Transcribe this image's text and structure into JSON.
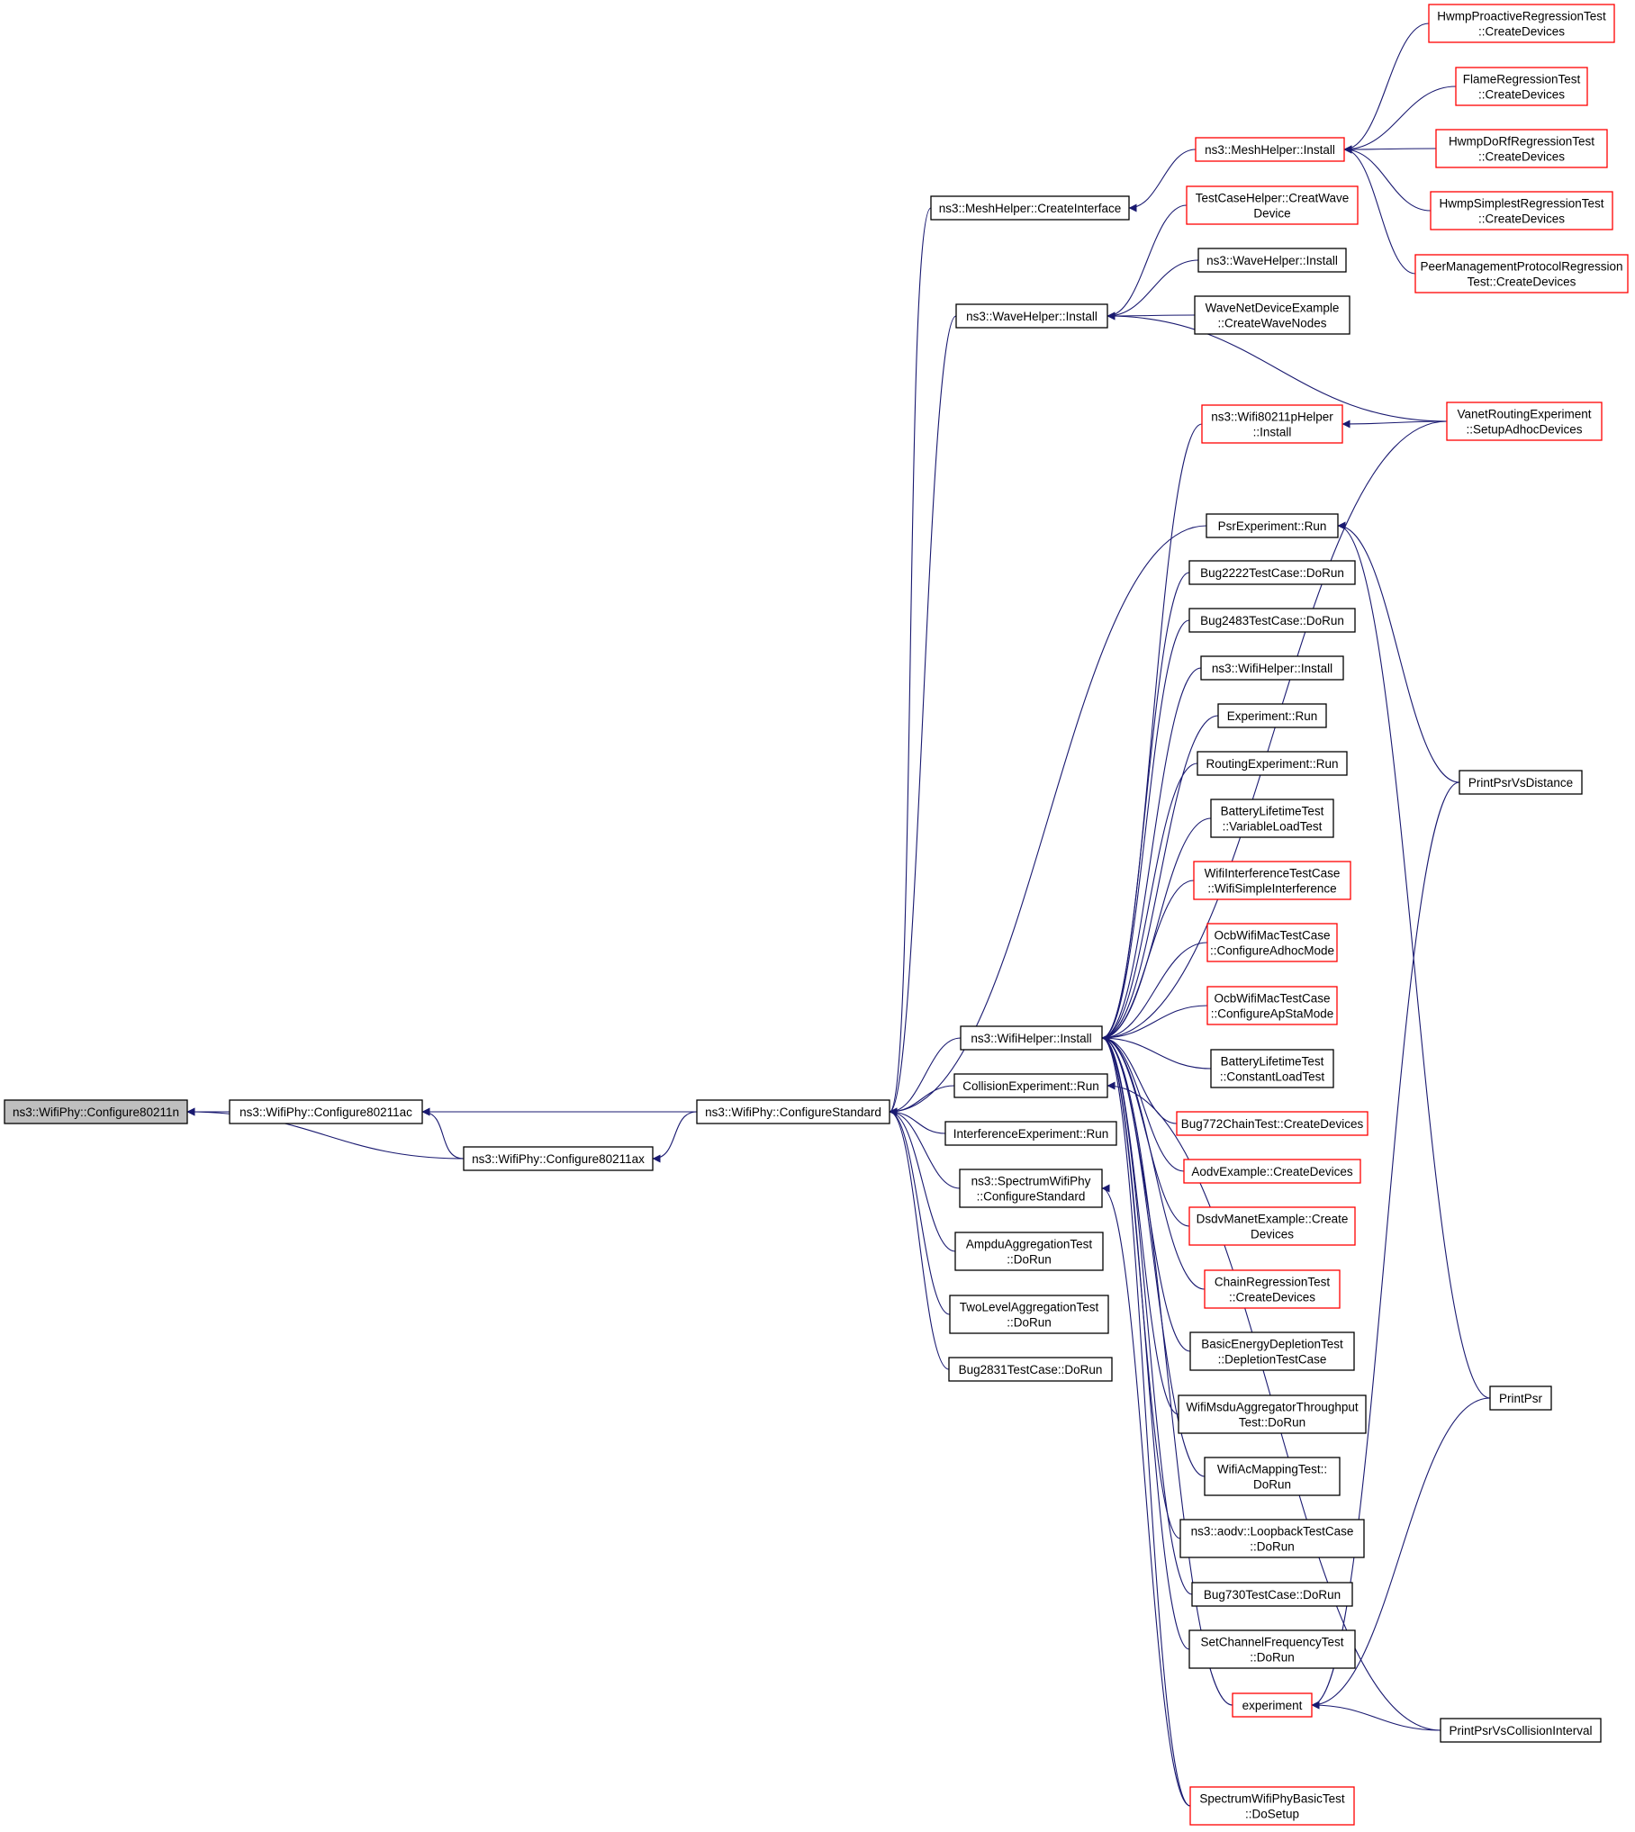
{
  "colors": {
    "edge": "#191970",
    "normal_border": "#000000",
    "truncated_border": "#ff0000",
    "root_fill": "#bfbfbf",
    "node_fill": "#ffffff"
  },
  "nodes": {
    "n0": {
      "lines": [
        "ns3::WifiPhy::Configure80211n"
      ],
      "style": "root"
    },
    "n1": {
      "lines": [
        "ns3::WifiPhy::Configure80211ac"
      ],
      "style": "normal"
    },
    "n2": {
      "lines": [
        "ns3::WifiPhy::Configure80211ax"
      ],
      "style": "normal"
    },
    "n3": {
      "lines": [
        "ns3::WifiPhy::ConfigureStandard"
      ],
      "style": "normal"
    },
    "n4": {
      "lines": [
        "ns3::MeshHelper::CreateInterface"
      ],
      "style": "normal"
    },
    "n5": {
      "lines": [
        "ns3::WaveHelper::Install"
      ],
      "style": "normal"
    },
    "n6": {
      "lines": [
        "ns3::WifiHelper::Install"
      ],
      "style": "normal"
    },
    "n7": {
      "lines": [
        "CollisionExperiment::Run"
      ],
      "style": "normal"
    },
    "n8": {
      "lines": [
        "InterferenceExperiment::Run"
      ],
      "style": "normal"
    },
    "n9": {
      "lines": [
        "ns3::SpectrumWifiPhy",
        "::ConfigureStandard"
      ],
      "style": "normal"
    },
    "n10": {
      "lines": [
        "AmpduAggregationTest",
        "::DoRun"
      ],
      "style": "normal"
    },
    "n11": {
      "lines": [
        "TwoLevelAggregationTest",
        "::DoRun"
      ],
      "style": "normal"
    },
    "n12": {
      "lines": [
        "Bug2831TestCase::DoRun"
      ],
      "style": "normal"
    },
    "n13": {
      "lines": [
        "ns3::MeshHelper::Install"
      ],
      "style": "truncated"
    },
    "n14": {
      "lines": [
        "TestCaseHelper::CreatWave",
        "Device"
      ],
      "style": "truncated"
    },
    "n15": {
      "lines": [
        "ns3::WaveHelper::Install"
      ],
      "style": "normal"
    },
    "n16": {
      "lines": [
        "WaveNetDeviceExample",
        "::CreateWaveNodes"
      ],
      "style": "normal"
    },
    "n17": {
      "lines": [
        "ns3::Wifi80211pHelper",
        "::Install"
      ],
      "style": "truncated"
    },
    "n18": {
      "lines": [
        "PsrExperiment::Run"
      ],
      "style": "normal"
    },
    "n19": {
      "lines": [
        "Bug2222TestCase::DoRun"
      ],
      "style": "normal"
    },
    "n20": {
      "lines": [
        "Bug2483TestCase::DoRun"
      ],
      "style": "normal"
    },
    "n21": {
      "lines": [
        "ns3::WifiHelper::Install"
      ],
      "style": "normal"
    },
    "n22": {
      "lines": [
        "Experiment::Run"
      ],
      "style": "normal"
    },
    "n23": {
      "lines": [
        "RoutingExperiment::Run"
      ],
      "style": "normal"
    },
    "n24": {
      "lines": [
        "BatteryLifetimeTest",
        "::VariableLoadTest"
      ],
      "style": "normal"
    },
    "n25": {
      "lines": [
        "WifiInterferenceTestCase",
        "::WifiSimpleInterference"
      ],
      "style": "truncated"
    },
    "n26": {
      "lines": [
        "OcbWifiMacTestCase",
        "::ConfigureAdhocMode"
      ],
      "style": "truncated"
    },
    "n27": {
      "lines": [
        "OcbWifiMacTestCase",
        "::ConfigureApStaMode"
      ],
      "style": "truncated"
    },
    "n28": {
      "lines": [
        "BatteryLifetimeTest",
        "::ConstantLoadTest"
      ],
      "style": "normal"
    },
    "n29": {
      "lines": [
        "Bug772ChainTest::CreateDevices"
      ],
      "style": "truncated"
    },
    "n30": {
      "lines": [
        "AodvExample::CreateDevices"
      ],
      "style": "truncated"
    },
    "n31": {
      "lines": [
        "DsdvManetExample::Create",
        "Devices"
      ],
      "style": "truncated"
    },
    "n32": {
      "lines": [
        "ChainRegressionTest",
        "::CreateDevices"
      ],
      "style": "truncated"
    },
    "n33": {
      "lines": [
        "BasicEnergyDepletionTest",
        "::DepletionTestCase"
      ],
      "style": "normal"
    },
    "n34": {
      "lines": [
        "WifiMsduAggregatorThroughput",
        "Test::DoRun"
      ],
      "style": "normal"
    },
    "n35": {
      "lines": [
        "WifiAcMappingTest::",
        "DoRun"
      ],
      "style": "normal"
    },
    "n36": {
      "lines": [
        "ns3::aodv::LoopbackTestCase",
        "::DoRun"
      ],
      "style": "normal"
    },
    "n37": {
      "lines": [
        "Bug730TestCase::DoRun"
      ],
      "style": "normal"
    },
    "n38": {
      "lines": [
        "SetChannelFrequencyTest",
        "::DoRun"
      ],
      "style": "normal"
    },
    "n39": {
      "lines": [
        "experiment"
      ],
      "style": "truncated"
    },
    "n40": {
      "lines": [
        "SpectrumWifiPhyBasicTest",
        "::DoSetup"
      ],
      "style": "truncated"
    },
    "n41": {
      "lines": [
        "HwmpProactiveRegressionTest",
        "::CreateDevices"
      ],
      "style": "truncated"
    },
    "n42": {
      "lines": [
        "FlameRegressionTest",
        "::CreateDevices"
      ],
      "style": "truncated"
    },
    "n43": {
      "lines": [
        "HwmpDoRfRegressionTest",
        "::CreateDevices"
      ],
      "style": "truncated"
    },
    "n44": {
      "lines": [
        "HwmpSimplestRegressionTest",
        "::CreateDevices"
      ],
      "style": "truncated"
    },
    "n45": {
      "lines": [
        "PeerManagementProtocolRegression",
        "Test::CreateDevices"
      ],
      "style": "truncated"
    },
    "n46": {
      "lines": [
        "VanetRoutingExperiment",
        "::SetupAdhocDevices"
      ],
      "style": "truncated"
    },
    "n47": {
      "lines": [
        "PrintPsrVsDistance"
      ],
      "style": "normal"
    },
    "n48": {
      "lines": [
        "PrintPsr"
      ],
      "style": "normal"
    },
    "n49": {
      "lines": [
        "PrintPsrVsCollisionInterval"
      ],
      "style": "normal"
    }
  },
  "edges": [
    [
      "n1",
      "n0"
    ],
    [
      "n2",
      "n0"
    ],
    [
      "n3",
      "n0"
    ],
    [
      "n3",
      "n1"
    ],
    [
      "n2",
      "n1"
    ],
    [
      "n3",
      "n2"
    ],
    [
      "n4",
      "n3"
    ],
    [
      "n5",
      "n3"
    ],
    [
      "n6",
      "n3"
    ],
    [
      "n7",
      "n3"
    ],
    [
      "n8",
      "n3"
    ],
    [
      "n9",
      "n3"
    ],
    [
      "n10",
      "n3"
    ],
    [
      "n11",
      "n3"
    ],
    [
      "n12",
      "n3"
    ],
    [
      "n18",
      "n3"
    ],
    [
      "n13",
      "n4"
    ],
    [
      "n41",
      "n13"
    ],
    [
      "n42",
      "n13"
    ],
    [
      "n43",
      "n13"
    ],
    [
      "n44",
      "n13"
    ],
    [
      "n45",
      "n13"
    ],
    [
      "n14",
      "n5"
    ],
    [
      "n15",
      "n5"
    ],
    [
      "n16",
      "n5"
    ],
    [
      "n46",
      "n5"
    ],
    [
      "n46",
      "n17"
    ],
    [
      "n17",
      "n6"
    ],
    [
      "n46",
      "n6"
    ],
    [
      "n19",
      "n6"
    ],
    [
      "n20",
      "n6"
    ],
    [
      "n21",
      "n6"
    ],
    [
      "n22",
      "n6"
    ],
    [
      "n23",
      "n6"
    ],
    [
      "n24",
      "n6"
    ],
    [
      "n25",
      "n6"
    ],
    [
      "n26",
      "n6"
    ],
    [
      "n27",
      "n6"
    ],
    [
      "n28",
      "n6"
    ],
    [
      "n29",
      "n6"
    ],
    [
      "n30",
      "n6"
    ],
    [
      "n31",
      "n6"
    ],
    [
      "n32",
      "n6"
    ],
    [
      "n33",
      "n6"
    ],
    [
      "n34",
      "n6"
    ],
    [
      "n35",
      "n6"
    ],
    [
      "n36",
      "n6"
    ],
    [
      "n37",
      "n6"
    ],
    [
      "n38",
      "n6"
    ],
    [
      "n39",
      "n6"
    ],
    [
      "n40",
      "n6"
    ],
    [
      "n49",
      "n7"
    ],
    [
      "n40",
      "n9"
    ],
    [
      "n47",
      "n18"
    ],
    [
      "n48",
      "n18"
    ],
    [
      "n47",
      "n39"
    ],
    [
      "n48",
      "n39"
    ],
    [
      "n49",
      "n39"
    ]
  ]
}
